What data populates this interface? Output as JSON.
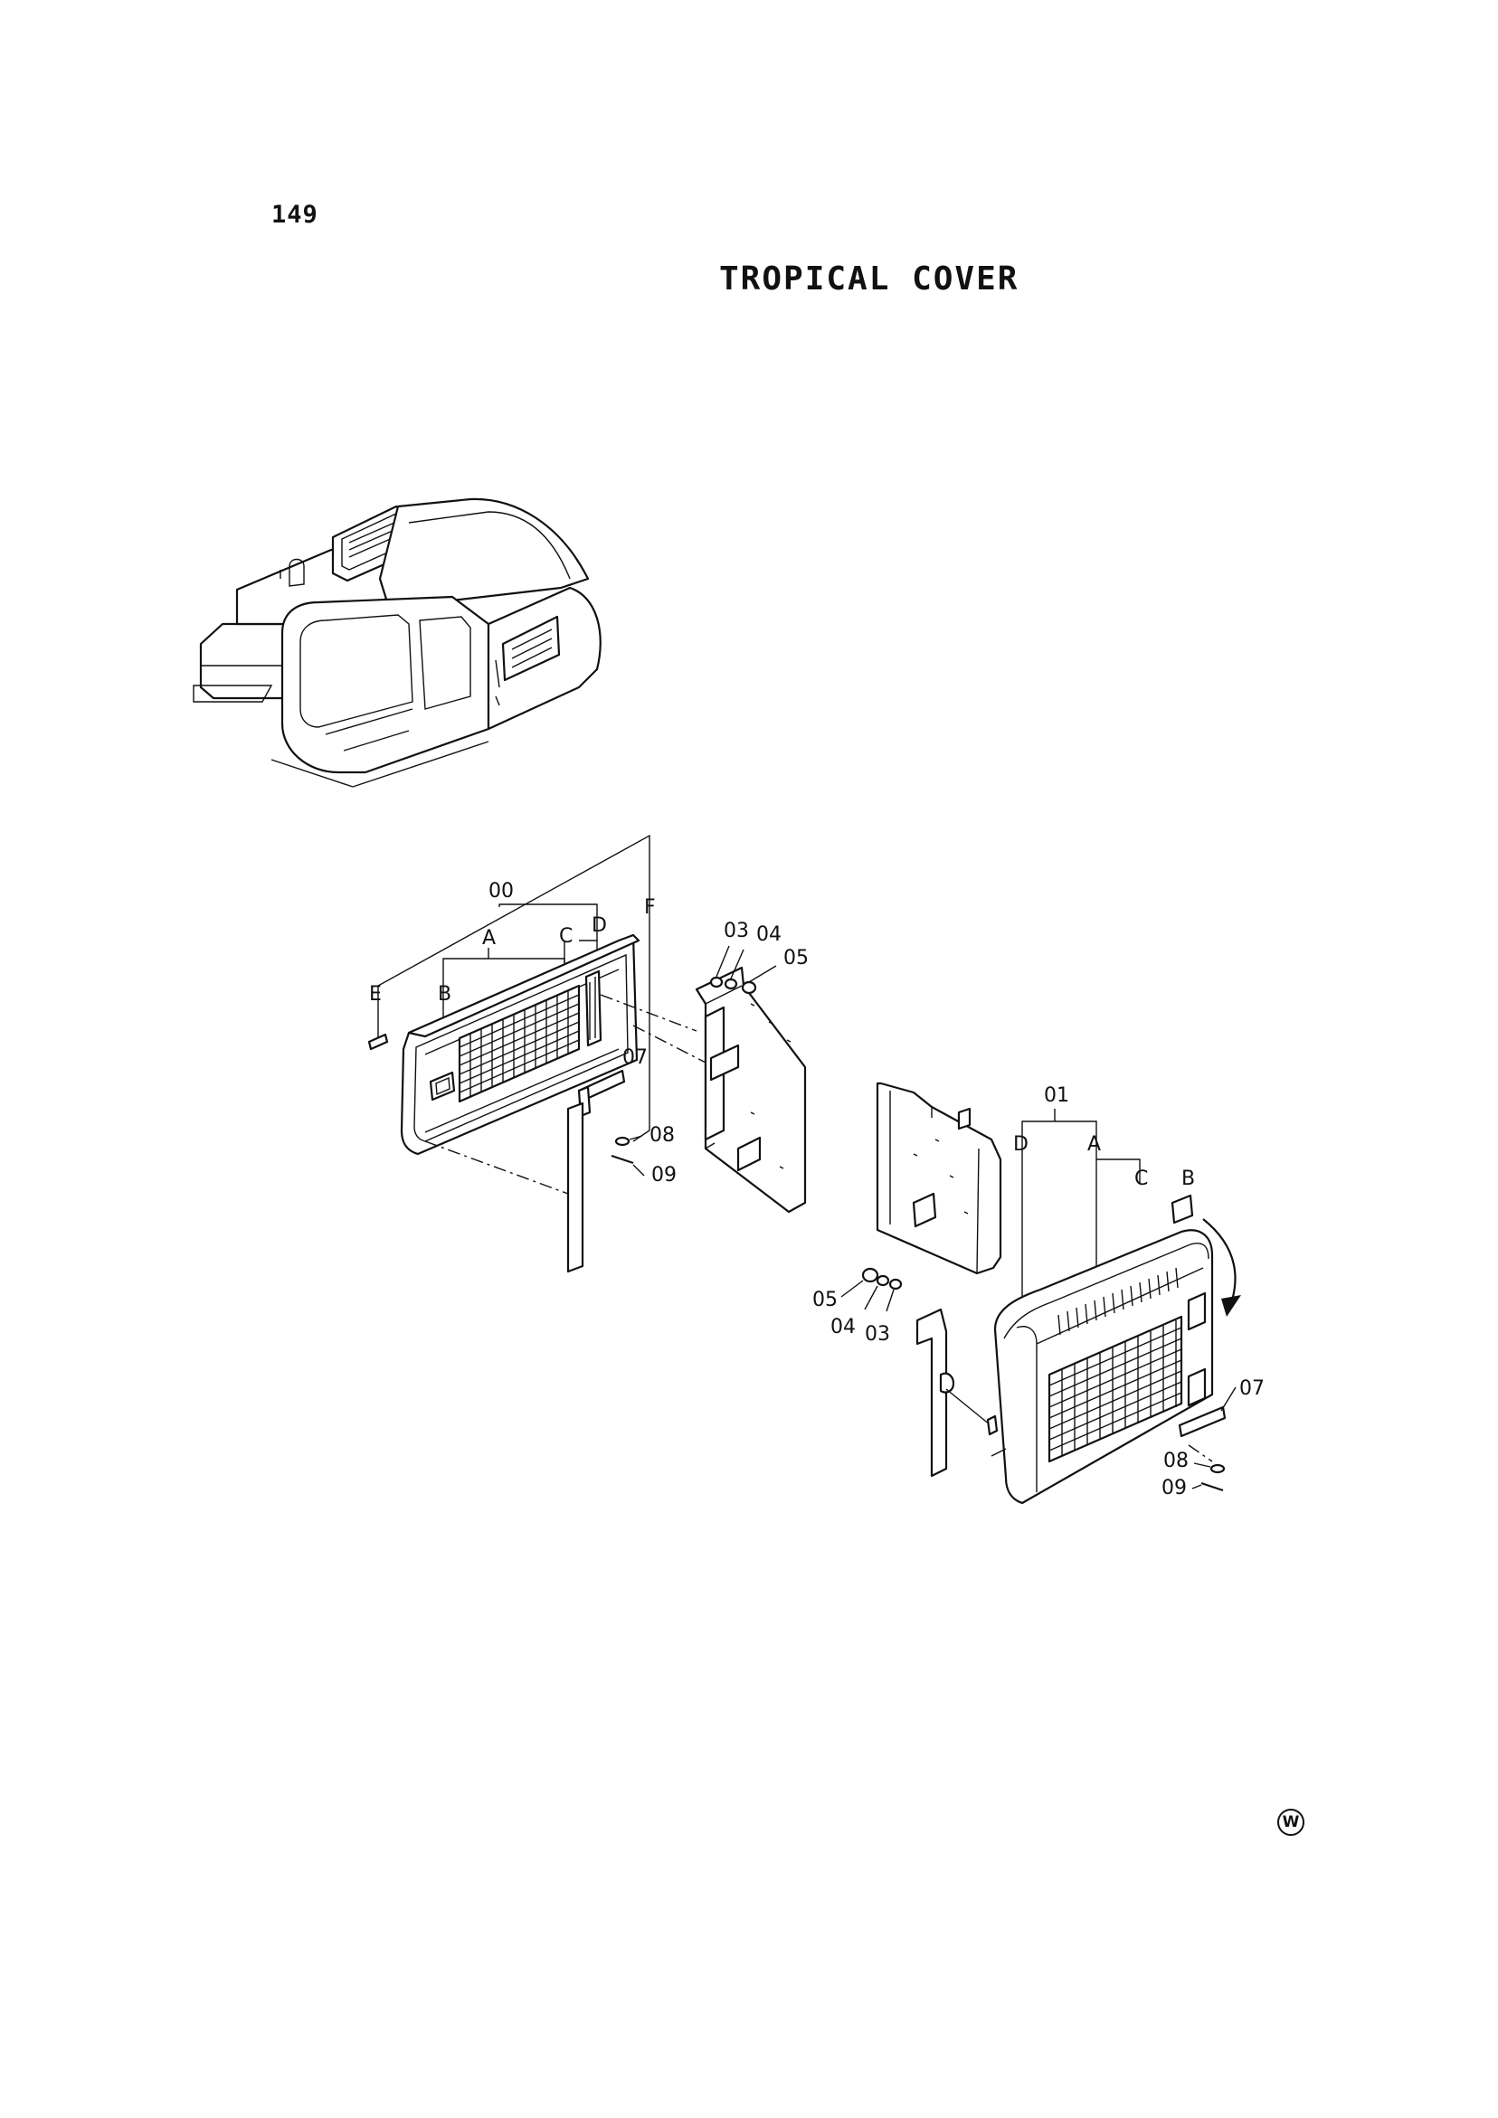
{
  "page": {
    "number": "149",
    "title": "TROPICAL COVER",
    "mark": "W"
  },
  "callouts": {
    "left_assembly": {
      "top": "00",
      "a": "A",
      "b": "B",
      "c": "C",
      "d": "D",
      "e": "E",
      "f": "F",
      "p07": "07",
      "p08": "08",
      "p09": "09"
    },
    "left_hardware": {
      "p03": "03",
      "p04": "04",
      "p05": "05"
    },
    "right_hardware": {
      "p05": "05",
      "p04": "04",
      "p03": "03"
    },
    "right_assembly": {
      "top": "01",
      "d": "D",
      "a": "A",
      "c": "C",
      "b": "B",
      "p07": "07",
      "p08": "08",
      "p09": "09"
    }
  },
  "icons": [
    "excavator-illustration",
    "tropical-cover-left-assembly",
    "tropical-cover-right-assembly",
    "rotation-arrow-icon"
  ]
}
